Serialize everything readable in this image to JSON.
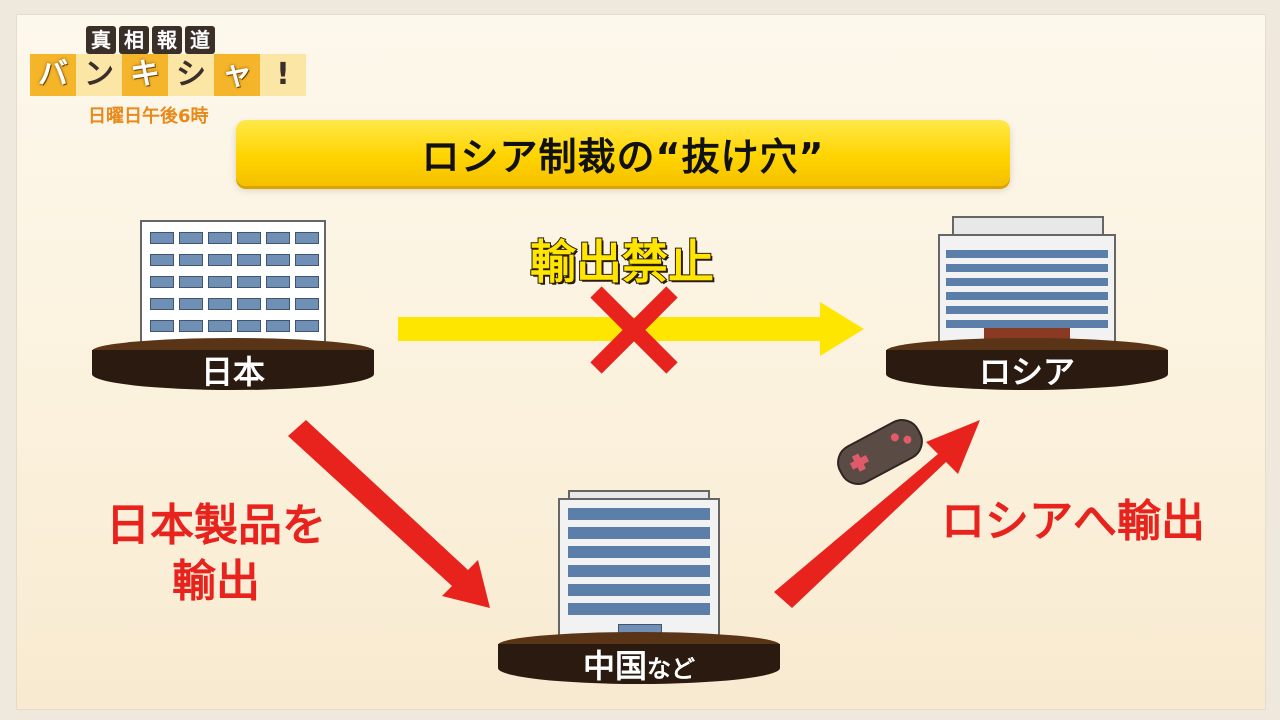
{
  "logo": {
    "top_chars": [
      "真",
      "相",
      "報",
      "道"
    ],
    "main_chars": [
      "バ",
      "ン",
      "キ",
      "シ",
      "ャ",
      "!"
    ],
    "schedule": "日曜日午後6時"
  },
  "title": "ロシア制裁の“抜け穴”",
  "nodes": {
    "japan": "日本",
    "russia": "ロシア",
    "china": "中国",
    "china_suffix": "など"
  },
  "labels": {
    "export_ban": "輸出禁止",
    "japan_export_line1": "日本製品を",
    "japan_export_line2": "輸出",
    "russia_export": "ロシアへ輸出"
  },
  "icons": [
    "building-icon",
    "cross-mark-icon",
    "gamepad-icon"
  ],
  "colors": {
    "banner_yellow": "#ffd400",
    "arrow_red": "#e8221c",
    "arrow_yellow": "#ffe600",
    "platform_dark": "#2b1a0f"
  }
}
